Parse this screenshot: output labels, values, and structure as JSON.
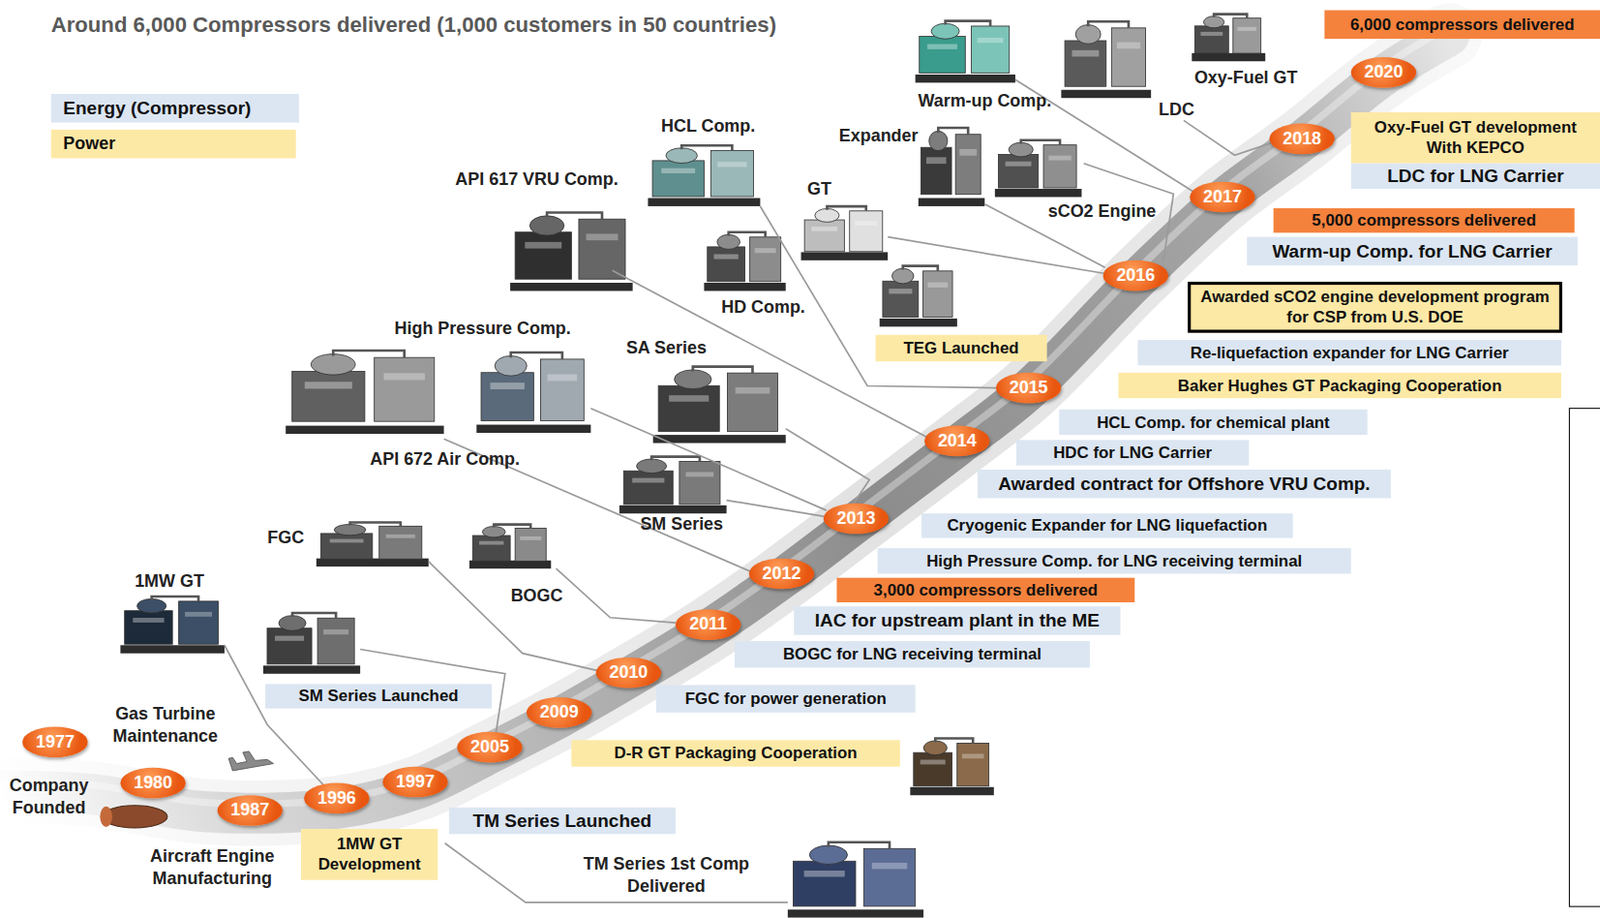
{
  "diagram": {
    "title": "Around 6,000 Compressors delivered (1,000 customers in 50 countries)",
    "nodes": [
      {
        "text": [
          "6,000 compressors delivered"
        ]
      },
      {
        "text": [
          "2020"
        ]
      },
      {
        "text": [
          "Oxy-Fuel GT development With KEPCO"
        ]
      },
      {
        "text": [
          "2018"
        ]
      },
      {
        "text": [
          "LDC for LNG Carrier"
        ]
      },
      {
        "text": [
          "2017"
        ]
      },
      {
        "text": [
          "5,000 compressors delivered"
        ]
      },
      {
        "text": [
          "Warm-up Comp. for LNG Carrier"
        ]
      },
      {
        "text": [
          "2016"
        ]
      },
      {
        "text": [
          "Awarded sCO2 engine development program for CSP from U.S. DOE"
        ]
      },
      {
        "text": [
          "TEG Launched"
        ]
      },
      {
        "text": [
          "Re-liquefaction expander for LNG Carrier"
        ]
      },
      {
        "text": [
          "Baker Hughes GT Packaging Cooperation"
        ]
      },
      {
        "text": [
          "2015"
        ]
      },
      {
        "text": [
          "HCL Comp. for chemical plant"
        ]
      },
      {
        "text": [
          "2014"
        ]
      },
      {
        "text": [
          "HDC for LNG Carrier"
        ]
      },
      {
        "text": [
          "Awarded contract for Offshore VRU Comp."
        ]
      },
      {
        "text": [
          "2013"
        ]
      },
      {
        "text": [
          "Cryogenic Expander for LNG liquefaction"
        ]
      },
      {
        "text": [
          "High Pressure Comp. for LNG receiving terminal"
        ]
      },
      {
        "text": [
          "2012"
        ]
      },
      {
        "text": [
          "3,000 compressors delivered"
        ]
      },
      {
        "text": [
          "IAC for upstream plant in the ME"
        ]
      },
      {
        "text": [
          "2011"
        ]
      },
      {
        "text": [
          "BOGC for LNG receiving terminal"
        ]
      },
      {
        "text": [
          "2010"
        ]
      },
      {
        "text": [
          "SM Series Launched"
        ]
      },
      {
        "text": [
          "FGC for power generation"
        ]
      },
      {
        "text": [
          "2009"
        ]
      },
      {
        "text": [
          "2005"
        ]
      },
      {
        "text": [
          "1977"
        ]
      },
      {
        "text": [
          "D-R GT Packaging Cooperation"
        ]
      },
      {
        "text": [
          "1980"
        ]
      },
      {
        "text": [
          "1997"
        ]
      },
      {
        "text": [
          "1996"
        ]
      },
      {
        "text": [
          "1987"
        ]
      },
      {
        "text": [
          "TM Series Launched"
        ]
      },
      {
        "text": [
          "1MW GT Development"
        ]
      }
    ],
    "labels": [
      "Company Founded",
      "Gas Turbine Maintenance",
      "Aircraft Engine Manufacturing",
      "TM Series 1st Comp Delivered",
      "1MW GT",
      "FGC",
      "BOGC",
      "SM Series",
      "API 672 Air Comp.",
      "High Pressure Comp.",
      "SA Series",
      "API 617 VRU Comp.",
      "HCL Comp.",
      "HD Comp.",
      "GT",
      "Expander",
      "sCO2 Engine",
      "Warm-up Comp.",
      "LDC",
      "Oxy-Fuel GT"
    ],
    "legend": [
      {
        "text": "Energy (Compressor)",
        "color": "#dce6f2"
      },
      {
        "text": "Power",
        "color": "#fde9a6"
      }
    ]
  }
}
